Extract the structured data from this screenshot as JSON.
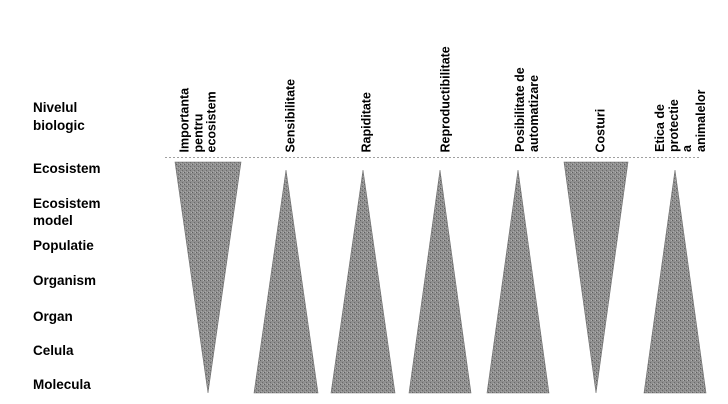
{
  "row_heading": "Nivelul\nbiologic",
  "levels": [
    "Ecosistem",
    "Ecosistem\nmodel",
    "Populatie",
    "Organism",
    "Organ",
    "Celula",
    "Molecula"
  ],
  "criteria": [
    {
      "label": "Importanta\npentru\necosistem",
      "direction": "wide-at-ecosystem"
    },
    {
      "label": "Sensibilitate",
      "direction": "wide-at-molecule"
    },
    {
      "label": "Rapiditate",
      "direction": "wide-at-molecule"
    },
    {
      "label": "Reproductibilitate",
      "direction": "wide-at-molecule"
    },
    {
      "label": "Posibilitate de\nautomatizare",
      "direction": "wide-at-molecule"
    },
    {
      "label": "Costuri",
      "direction": "wide-at-ecosystem"
    },
    {
      "label": "Etica de\nprotectie a\nanimalelor",
      "direction": "wide-at-molecule"
    }
  ],
  "colors": {
    "wedge_fill": "#8a8a8a",
    "separator": "#9a9a9a",
    "text": "#000000"
  }
}
